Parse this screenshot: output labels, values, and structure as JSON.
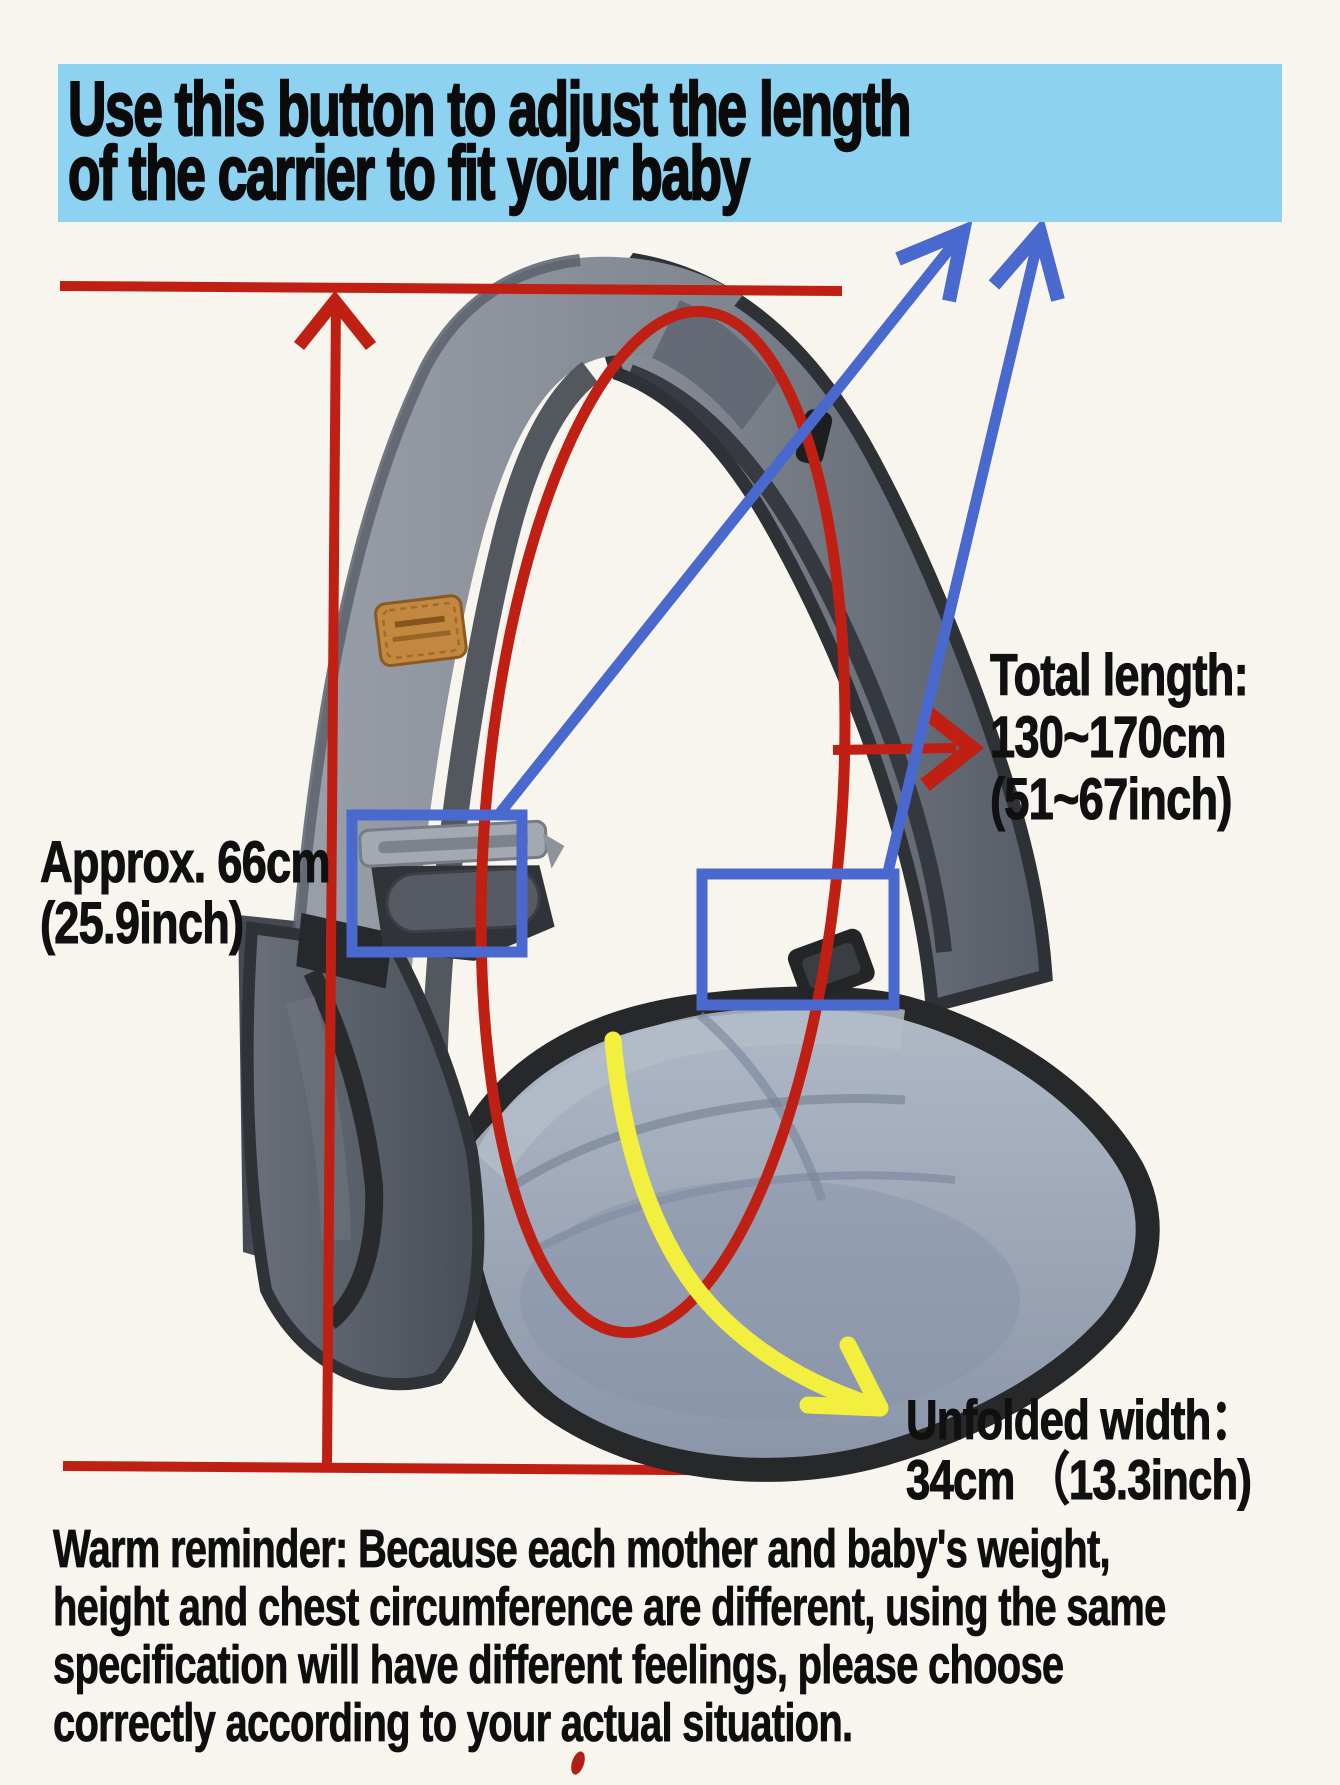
{
  "title": {
    "line1": "Use this button to adjust the length",
    "line2": "of the carrier to fit your baby"
  },
  "measurements": {
    "height": {
      "line1": "Approx. 66cm",
      "line2": "(25.9inch)"
    },
    "total_length": {
      "line1": "Total length:",
      "line2": "130~170cm",
      "line3": "(51~67inch)"
    },
    "unfolded_width": {
      "line1": "Unfolded width：",
      "line2": "34cm （13.3inch)"
    }
  },
  "reminder": {
    "line1": "Warm reminder: Because each mother and baby's weight,",
    "line2": "height and chest circumference are different, using the same",
    "line3": "specification will have different feelings, please choose",
    "line4": "correctly according to your actual situation."
  },
  "colors": {
    "highlight_blue": "#8ed2f2",
    "annotation_red": "#c02014",
    "annotation_blue": "#4a69cf",
    "annotation_yellow": "#f3ef3e",
    "text_black": "#0b0b0b",
    "background": "#f8f5ee"
  }
}
